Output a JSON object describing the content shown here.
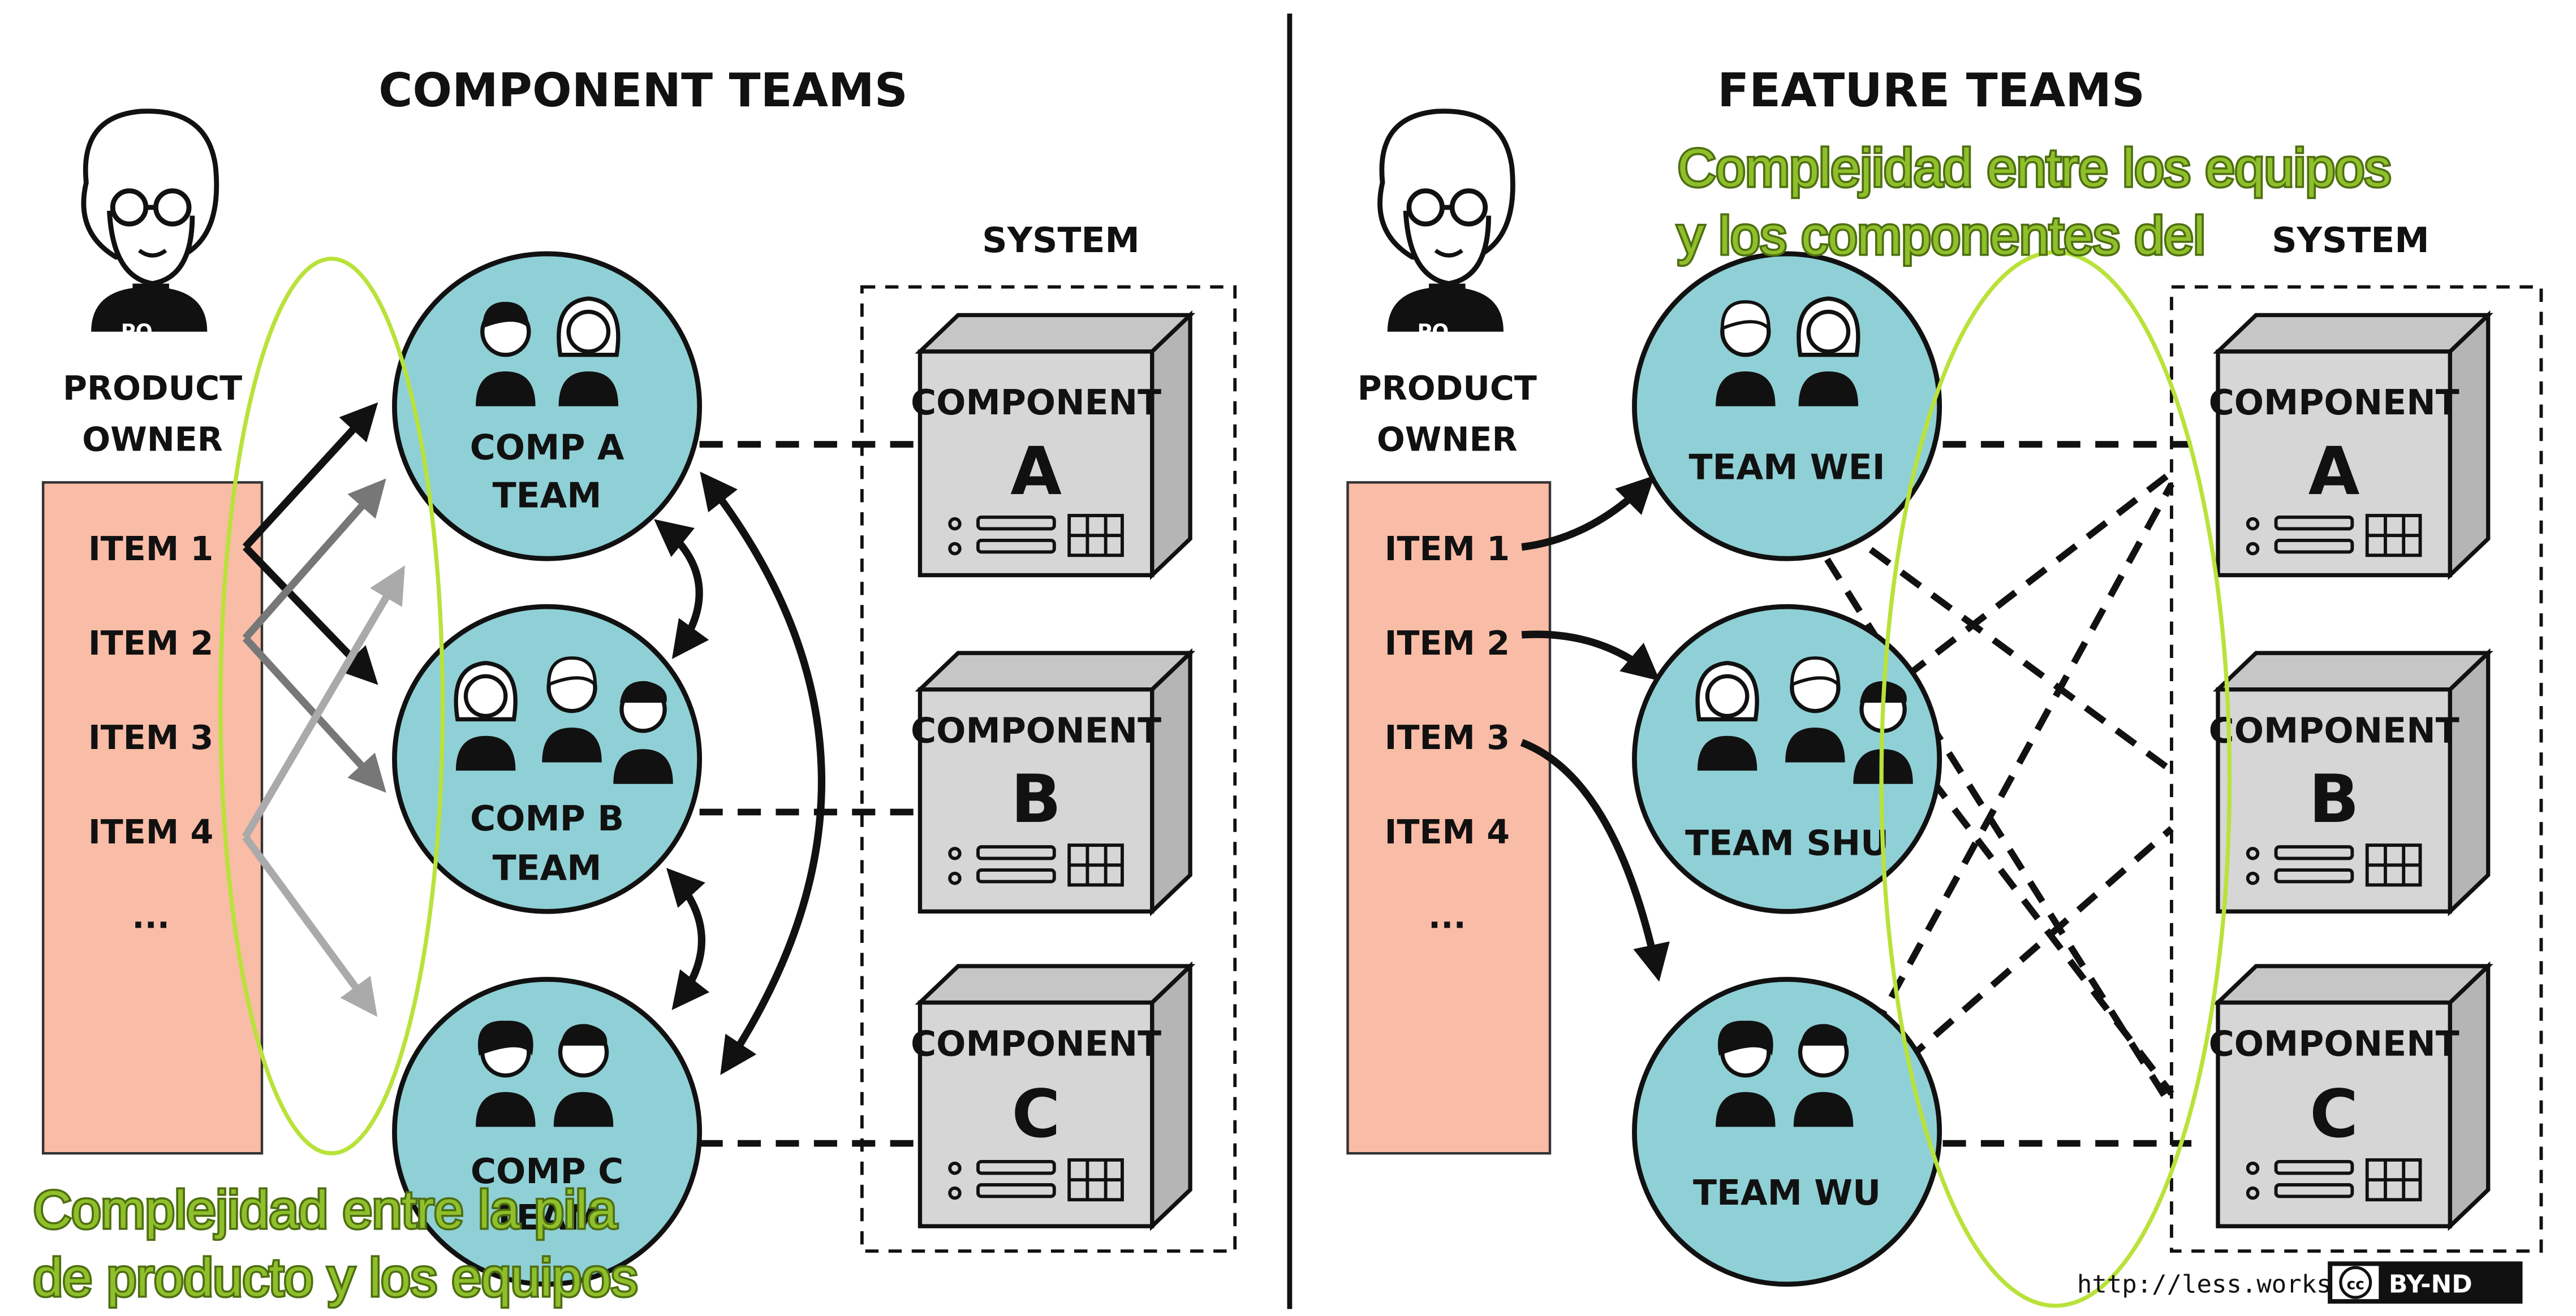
{
  "component_teams": {
    "title": "COMPONENT TEAMS",
    "product_owner": {
      "badge": "PO",
      "label_line1": "PRODUCT",
      "label_line2": "OWNER"
    },
    "backlog": [
      "ITEM 1",
      "ITEM 2",
      "ITEM 3",
      "ITEM 4",
      "..."
    ],
    "teams": [
      {
        "line1": "COMP A",
        "line2": "TEAM"
      },
      {
        "line1": "COMP B",
        "line2": "TEAM"
      },
      {
        "line1": "COMP C",
        "line2": "TEAM"
      }
    ],
    "system_label": "SYSTEM",
    "components": [
      {
        "label": "COMPONENT",
        "letter": "A"
      },
      {
        "label": "COMPONENT",
        "letter": "B"
      },
      {
        "label": "COMPONENT",
        "letter": "C"
      }
    ],
    "annotation_line1": "Complejidad entre la pila",
    "annotation_line2": "de producto y los equipos"
  },
  "feature_teams": {
    "title": "FEATURE TEAMS",
    "product_owner": {
      "badge": "PO",
      "label_line1": "PRODUCT",
      "label_line2": "OWNER"
    },
    "backlog": [
      "ITEM 1",
      "ITEM 2",
      "ITEM 3",
      "ITEM 4",
      "..."
    ],
    "teams": [
      "TEAM WEI",
      "TEAM SHU",
      "TEAM WU"
    ],
    "system_label": "SYSTEM",
    "components": [
      {
        "label": "COMPONENT",
        "letter": "A"
      },
      {
        "label": "COMPONENT",
        "letter": "B"
      },
      {
        "label": "COMPONENT",
        "letter": "C"
      }
    ],
    "annotation_line1": "Complejidad entre los equipos",
    "annotation_line2": "y los componentes del"
  },
  "credit": {
    "url": "http://less.works",
    "license_cc": "cc",
    "license": "BY-ND"
  },
  "colors": {
    "team_circle": "#8fd0d6",
    "backlog": "#f9bca6",
    "component_box": "#d6d6d6",
    "annotation": "#9acd32"
  }
}
